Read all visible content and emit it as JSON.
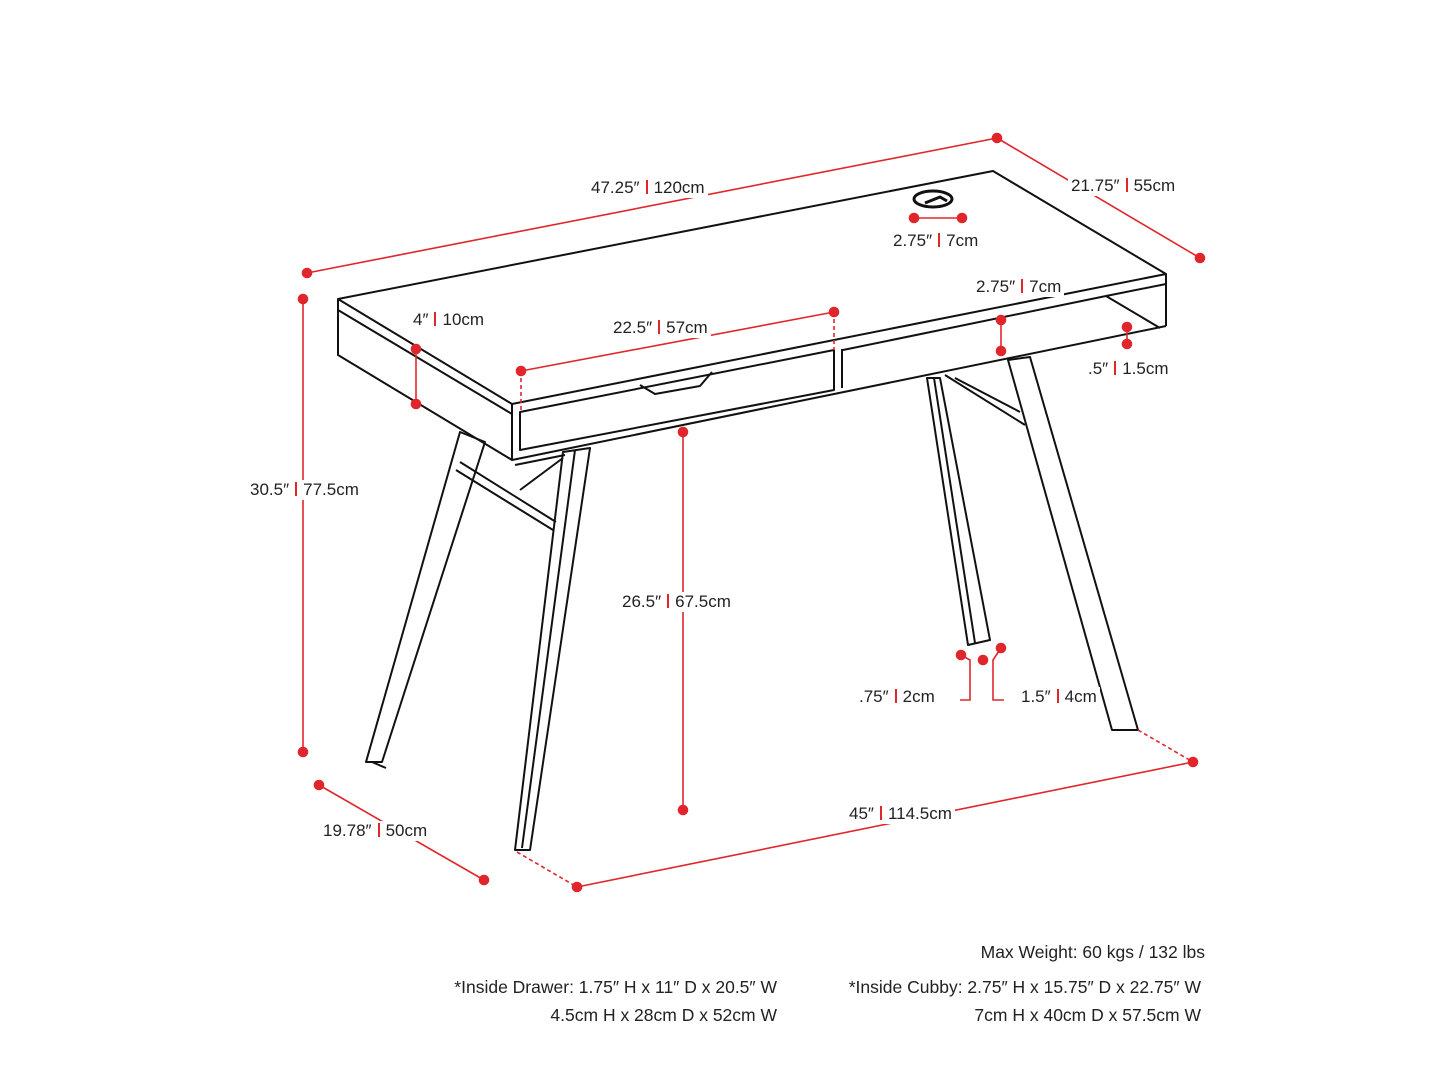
{
  "colors": {
    "dimension": "#e0262b",
    "outline": "#111111"
  },
  "dimensions": [
    {
      "id": "top-width",
      "in": "47.25″",
      "cm": "120cm"
    },
    {
      "id": "top-depth",
      "in": "21.75″",
      "cm": "55cm"
    },
    {
      "id": "grommet",
      "in": "2.75″",
      "cm": "7cm"
    },
    {
      "id": "cubby-height",
      "in": "2.75″",
      "cm": "7cm"
    },
    {
      "id": "top-thickness",
      "in": "4″",
      "cm": "10cm"
    },
    {
      "id": "drawer-width",
      "in": "22.5″",
      "cm": "57cm"
    },
    {
      "id": "shelf-thickness",
      "in": ".5″",
      "cm": "1.5cm"
    },
    {
      "id": "total-height",
      "in": "30.5″",
      "cm": "77.5cm"
    },
    {
      "id": "clearance",
      "in": "26.5″",
      "cm": "67.5cm"
    },
    {
      "id": "leg-width",
      "in": ".75″",
      "cm": "2cm"
    },
    {
      "id": "leg-depth",
      "in": "1.5″",
      "cm": "4cm"
    },
    {
      "id": "base-depth",
      "in": "19.78″",
      "cm": "50cm"
    },
    {
      "id": "base-width",
      "in": "45″",
      "cm": "114.5cm"
    }
  ],
  "notes": {
    "max_weight": "Max Weight: 60 kgs / 132 lbs",
    "drawer_in": "*Inside Drawer: 1.75″ H x 11″ D x 20.5″ W",
    "drawer_cm": "4.5cm H x 28cm D x 52cm W",
    "cubby_in": "*Inside Cubby: 2.75″ H x 15.75″ D x 22.75″ W",
    "cubby_cm": "7cm H x 40cm D x 57.5cm W"
  }
}
